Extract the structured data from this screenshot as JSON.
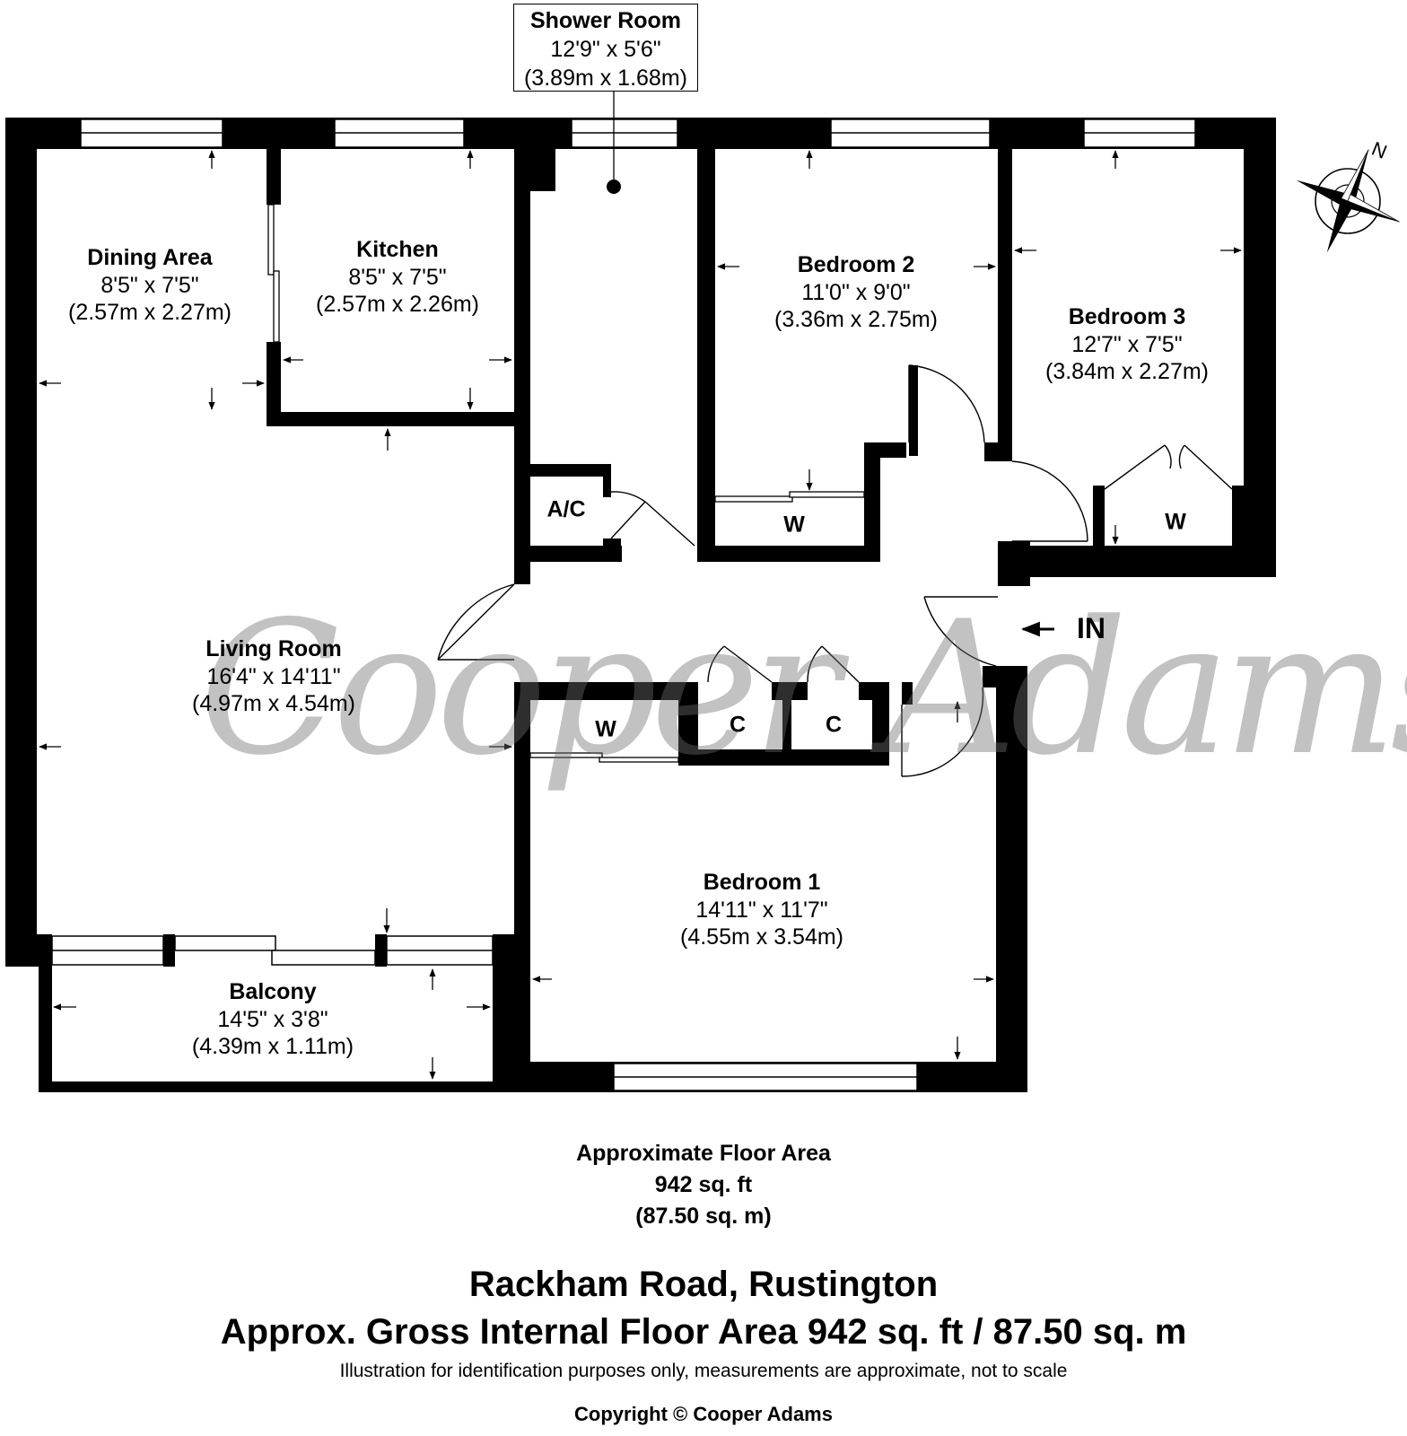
{
  "rooms": {
    "shower_room": {
      "name": "Shower Room",
      "imperial": "12'9\" x 5'6\"",
      "metric": "(3.89m x 1.68m)"
    },
    "dining_area": {
      "name": "Dining Area",
      "imperial": "8'5\" x 7'5\"",
      "metric": "(2.57m x 2.27m)"
    },
    "kitchen": {
      "name": "Kitchen",
      "imperial": "8'5\" x 7'5\"",
      "metric": "(2.57m x 2.26m)"
    },
    "bedroom_2": {
      "name": "Bedroom 2",
      "imperial": "11'0\" x 9'0\"",
      "metric": "(3.36m x 2.75m)"
    },
    "bedroom_3": {
      "name": "Bedroom 3",
      "imperial": "12'7\" x 7'5\"",
      "metric": "(3.84m x 2.27m)"
    },
    "living_room": {
      "name": "Living Room",
      "imperial": "16'4\" x 14'11\"",
      "metric": "(4.97m x 4.54m)"
    },
    "bedroom_1": {
      "name": "Bedroom 1",
      "imperial": "14'11\" x 11'7\"",
      "metric": "(4.55m x 3.54m)"
    },
    "balcony": {
      "name": "Balcony",
      "imperial": "14'5\" x 3'8\"",
      "metric": "(4.39m x 1.11m)"
    }
  },
  "tags": {
    "airing_cupboard": "A/C",
    "wardrobe_bed2": "W",
    "wardrobe_bed3": "W",
    "wardrobe_hall": "W",
    "cupboard_1": "C",
    "cupboard_2": "C",
    "entrance": "IN",
    "north": "N"
  },
  "watermark": "Cooper Adams",
  "floor_area": {
    "heading": "Approximate Floor Area",
    "sq_ft": "942 sq. ft",
    "sq_m": "(87.50 sq. m)"
  },
  "address": "Rackham Road, Rustington",
  "gross_area": "Approx. Gross Internal Floor Area 942 sq. ft / 87.50 sq. m",
  "disclaimer": "Illustration for identification purposes only, measurements are approximate, not to scale",
  "copyright": "Copyright © Cooper Adams",
  "colors": {
    "wall": "#000000",
    "background": "#ffffff",
    "watermark": "#8a8a8a"
  }
}
